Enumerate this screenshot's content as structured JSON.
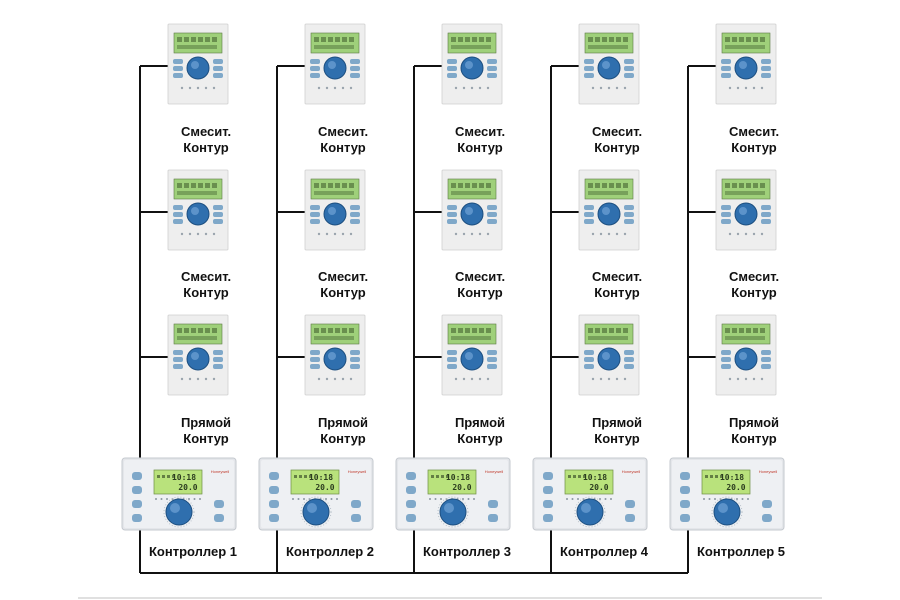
{
  "columns": [
    {
      "units": [
        {
          "label_line1": "Смесит.",
          "label_line2": "Контур"
        },
        {
          "label_line1": "Смесит.",
          "label_line2": "Контур"
        },
        {
          "label_line1": "Прямой",
          "label_line2": "Контур"
        }
      ],
      "controller_label": "Контроллер 1"
    },
    {
      "units": [
        {
          "label_line1": "Смесит.",
          "label_line2": "Контур"
        },
        {
          "label_line1": "Смесит.",
          "label_line2": "Контур"
        },
        {
          "label_line1": "Прямой",
          "label_line2": "Контур"
        }
      ],
      "controller_label": "Контроллер 2"
    },
    {
      "units": [
        {
          "label_line1": "Смесит.",
          "label_line2": "Контур"
        },
        {
          "label_line1": "Смесит.",
          "label_line2": "Контур"
        },
        {
          "label_line1": "Прямой",
          "label_line2": "Контур"
        }
      ],
      "controller_label": "Контроллер 3"
    },
    {
      "units": [
        {
          "label_line1": "Смесит.",
          "label_line2": "Контур"
        },
        {
          "label_line1": "Смесит.",
          "label_line2": "Контур"
        },
        {
          "label_line1": "Прямой",
          "label_line2": "Контур"
        }
      ],
      "controller_label": "Контроллер 4"
    },
    {
      "units": [
        {
          "label_line1": "Смесит.",
          "label_line2": "Контур"
        },
        {
          "label_line1": "Смесит.",
          "label_line2": "Контур"
        },
        {
          "label_line1": "Прямой",
          "label_line2": "Контур"
        }
      ],
      "controller_label": "Контроллер 5"
    }
  ],
  "controller_screen": {
    "line1": "10:18",
    "line2": "20.0"
  },
  "controller_brand": "Honeywell",
  "colors": {
    "line": "#111111",
    "device_body": "#eeeeee",
    "screen": "#9fd07a",
    "screen_dark": "#3d5a2a",
    "button": "#7fa8c9",
    "knob": "#2f6fae",
    "controller_body": "#e4e6ea",
    "controller_screen": "#b9e27c",
    "footer_line": "#e0e0e0"
  }
}
